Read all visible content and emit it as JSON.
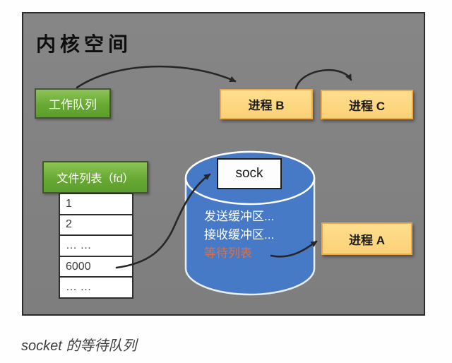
{
  "page": {
    "caption": "socket 的等待队列"
  },
  "kernel": {
    "title": "内核空间"
  },
  "work_queue": {
    "label": "工作队列"
  },
  "processes": {
    "b": "进程 B",
    "c": "进程 C",
    "a": "进程 A"
  },
  "file_list": {
    "header": "文件列表（fd）",
    "rows": [
      "1",
      "2",
      "… …",
      "6000",
      "… …"
    ]
  },
  "socket": {
    "title": "sock",
    "send_buffer": "发送缓冲区...",
    "recv_buffer": "接收缓冲区...",
    "wait_list": "等待列表"
  },
  "colors": {
    "kernel_bg": "#828282",
    "green_box": "#68a933",
    "yellow_box": "#fbd176",
    "cylinder_blue": "#477ac6",
    "wait_list_orange": "#dd6f45",
    "arrow": "#262626"
  }
}
